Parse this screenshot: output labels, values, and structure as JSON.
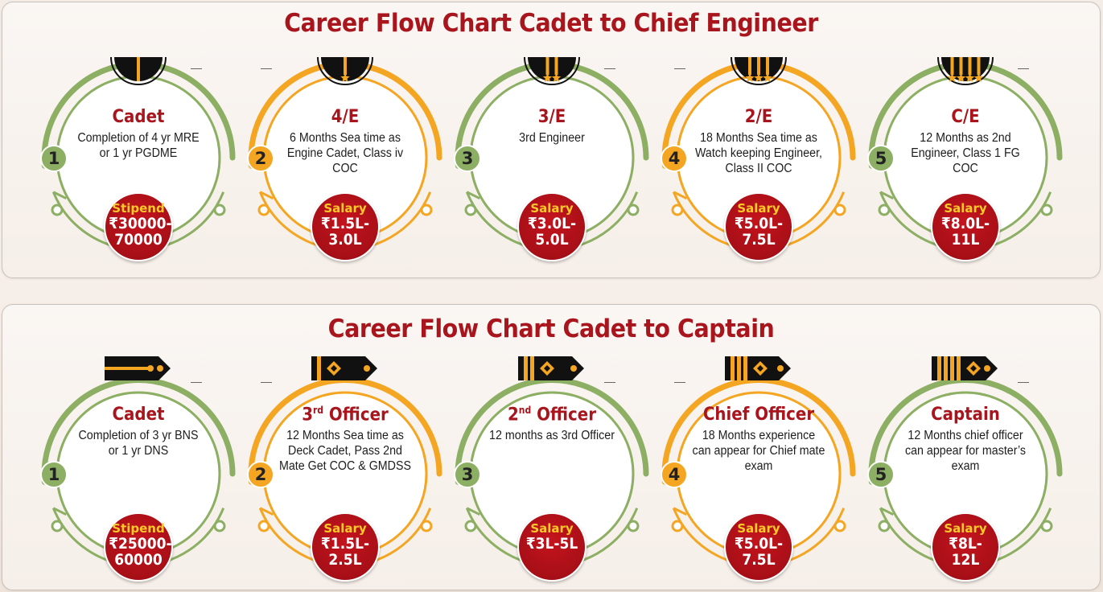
{
  "engineer_chart": {
    "title": "Career Flow Chart Cadet to Chief Engineer",
    "steps": [
      {
        "number": "1",
        "rank": "Cadet",
        "desc": "Completion of 4 yr MRE or 1 yr PGDME",
        "pay_label": "Stipend",
        "pay_value": "₹30000-70000",
        "color": "green",
        "insignia": "engineer-0-star-icon"
      },
      {
        "number": "2",
        "rank": "4/E",
        "desc": "6 Months Sea time as Engine Cadet, Class iv COC",
        "pay_label": "Salary",
        "pay_value": "₹1.5L-3.0L",
        "color": "orange",
        "insignia": "engineer-1-star-icon"
      },
      {
        "number": "3",
        "rank": "3/E",
        "desc": "3rd Engineer",
        "pay_label": "Salary",
        "pay_value": "₹3.0L-5.0L",
        "color": "green",
        "insignia": "engineer-2-star-icon"
      },
      {
        "number": "4",
        "rank": "2/E",
        "desc": "18 Months Sea time as Watch keeping Engineer, Class II COC",
        "pay_label": "Salary",
        "pay_value": "₹5.0L-7.5L",
        "color": "orange",
        "insignia": "engineer-3-star-icon"
      },
      {
        "number": "5",
        "rank": "C/E",
        "desc": "12 Months as 2nd Engineer, Class 1 FG COC",
        "pay_label": "Salary",
        "pay_value": "₹8.0L-11L",
        "color": "green",
        "insignia": "engineer-4-star-icon"
      }
    ]
  },
  "captain_chart": {
    "title": "Career Flow Chart Cadet to Captain",
    "steps": [
      {
        "number": "1",
        "rank": "Cadet",
        "rank_sup": "",
        "desc": "Completion of 3 yr BNS or 1 yr DNS",
        "pay_label": "Stipend",
        "pay_value": "₹25000-60000",
        "color": "green",
        "insignia": "epaulette-cadet-icon"
      },
      {
        "number": "2",
        "rank": "3",
        "rank_sup": "rd",
        "rank_rest": " Officer",
        "desc": "12 Months Sea time as Deck Cadet, Pass 2nd Mate Get COC & GMDSS",
        "pay_label": "Salary",
        "pay_value": "₹1.5L-2.5L",
        "color": "orange",
        "insignia": "epaulette-1-stripe-icon"
      },
      {
        "number": "3",
        "rank": "2",
        "rank_sup": "nd",
        "rank_rest": " Officer",
        "desc": "12 months as 3rd Officer",
        "pay_label": "Salary",
        "pay_value": "₹3L-5L",
        "color": "green",
        "insignia": "epaulette-2-stripe-icon"
      },
      {
        "number": "4",
        "rank": "Chief Officer",
        "rank_sup": "",
        "desc": "18 Months experience can appear for Chief mate exam",
        "pay_label": "Salary",
        "pay_value": "₹5.0L-7.5L",
        "color": "orange",
        "insignia": "epaulette-3-stripe-icon"
      },
      {
        "number": "5",
        "rank": "Captain",
        "rank_sup": "",
        "desc": "12 Months chief officer can appear for master’s exam",
        "pay_label": "Salary",
        "pay_value": "₹8L-12L",
        "color": "green",
        "insignia": "epaulette-4-stripe-icon"
      }
    ]
  },
  "colors": {
    "green": "#8caf63",
    "orange": "#f4a623",
    "red": "#a9151d",
    "gold": "#ffc928"
  }
}
